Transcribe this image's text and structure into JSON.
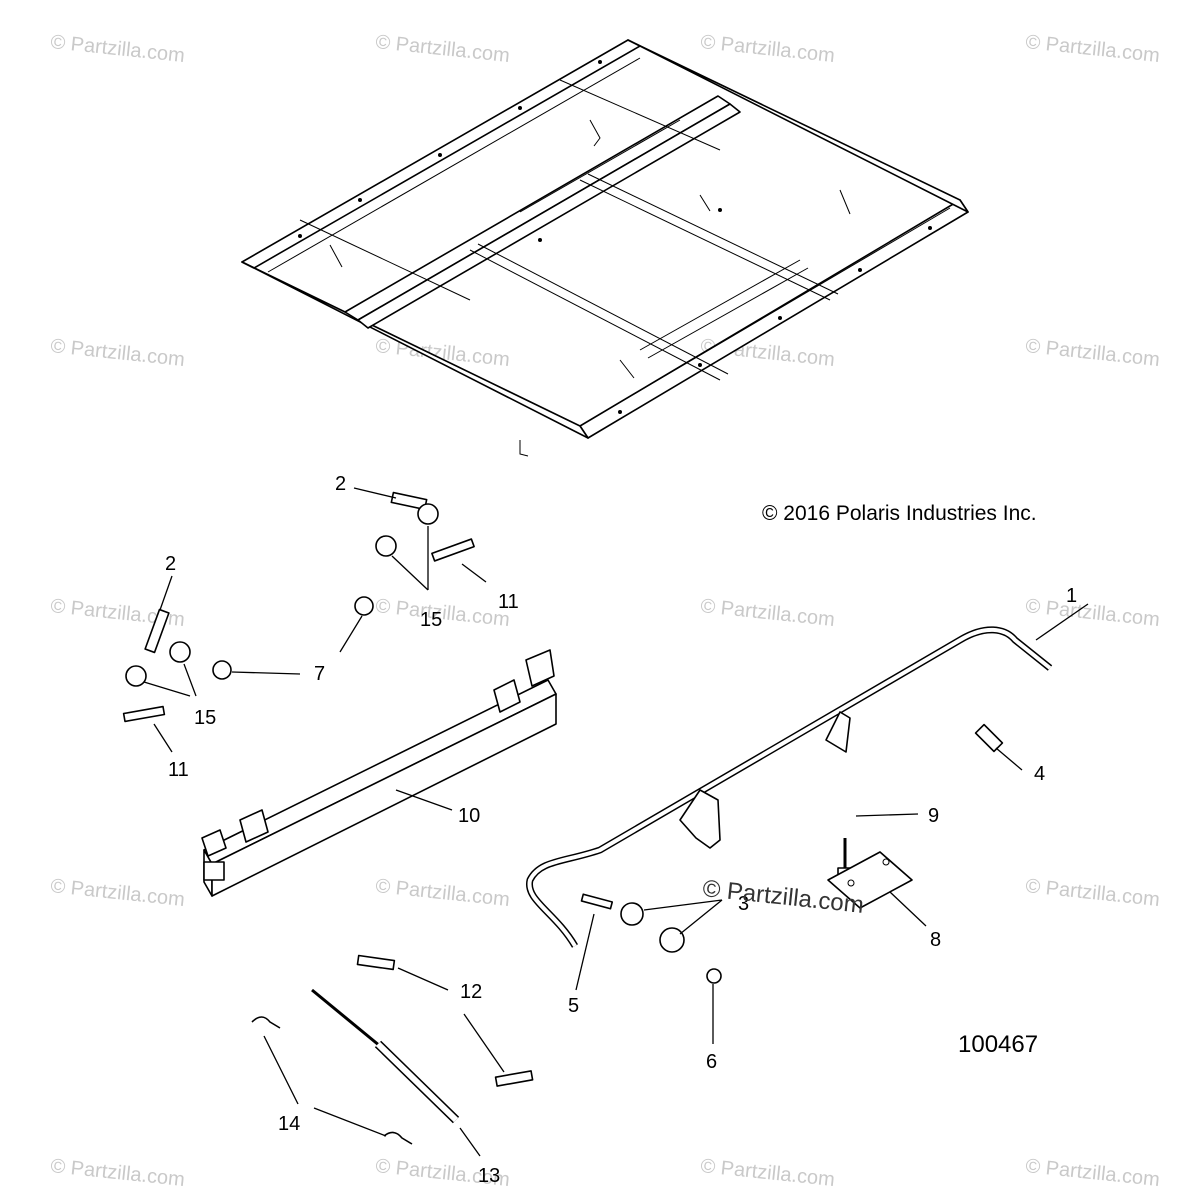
{
  "copyright": "© 2016 Polaris Industries Inc.",
  "diagram_number": "100467",
  "watermark_text": "© Partzilla.com",
  "center_watermark": "© Partzilla.com",
  "callouts": {
    "c1": "1",
    "c2a": "2",
    "c2b": "2",
    "c3": "3",
    "c4": "4",
    "c5": "5",
    "c6": "6",
    "c7": "7",
    "c8": "8",
    "c9": "9",
    "c10": "10",
    "c11a": "11",
    "c11b": "11",
    "c12": "12",
    "c13": "13",
    "c14": "14",
    "c15a": "15",
    "c15b": "15"
  },
  "colors": {
    "line": "#000000",
    "watermark": "#c9c9c9",
    "background": "#ffffff"
  }
}
